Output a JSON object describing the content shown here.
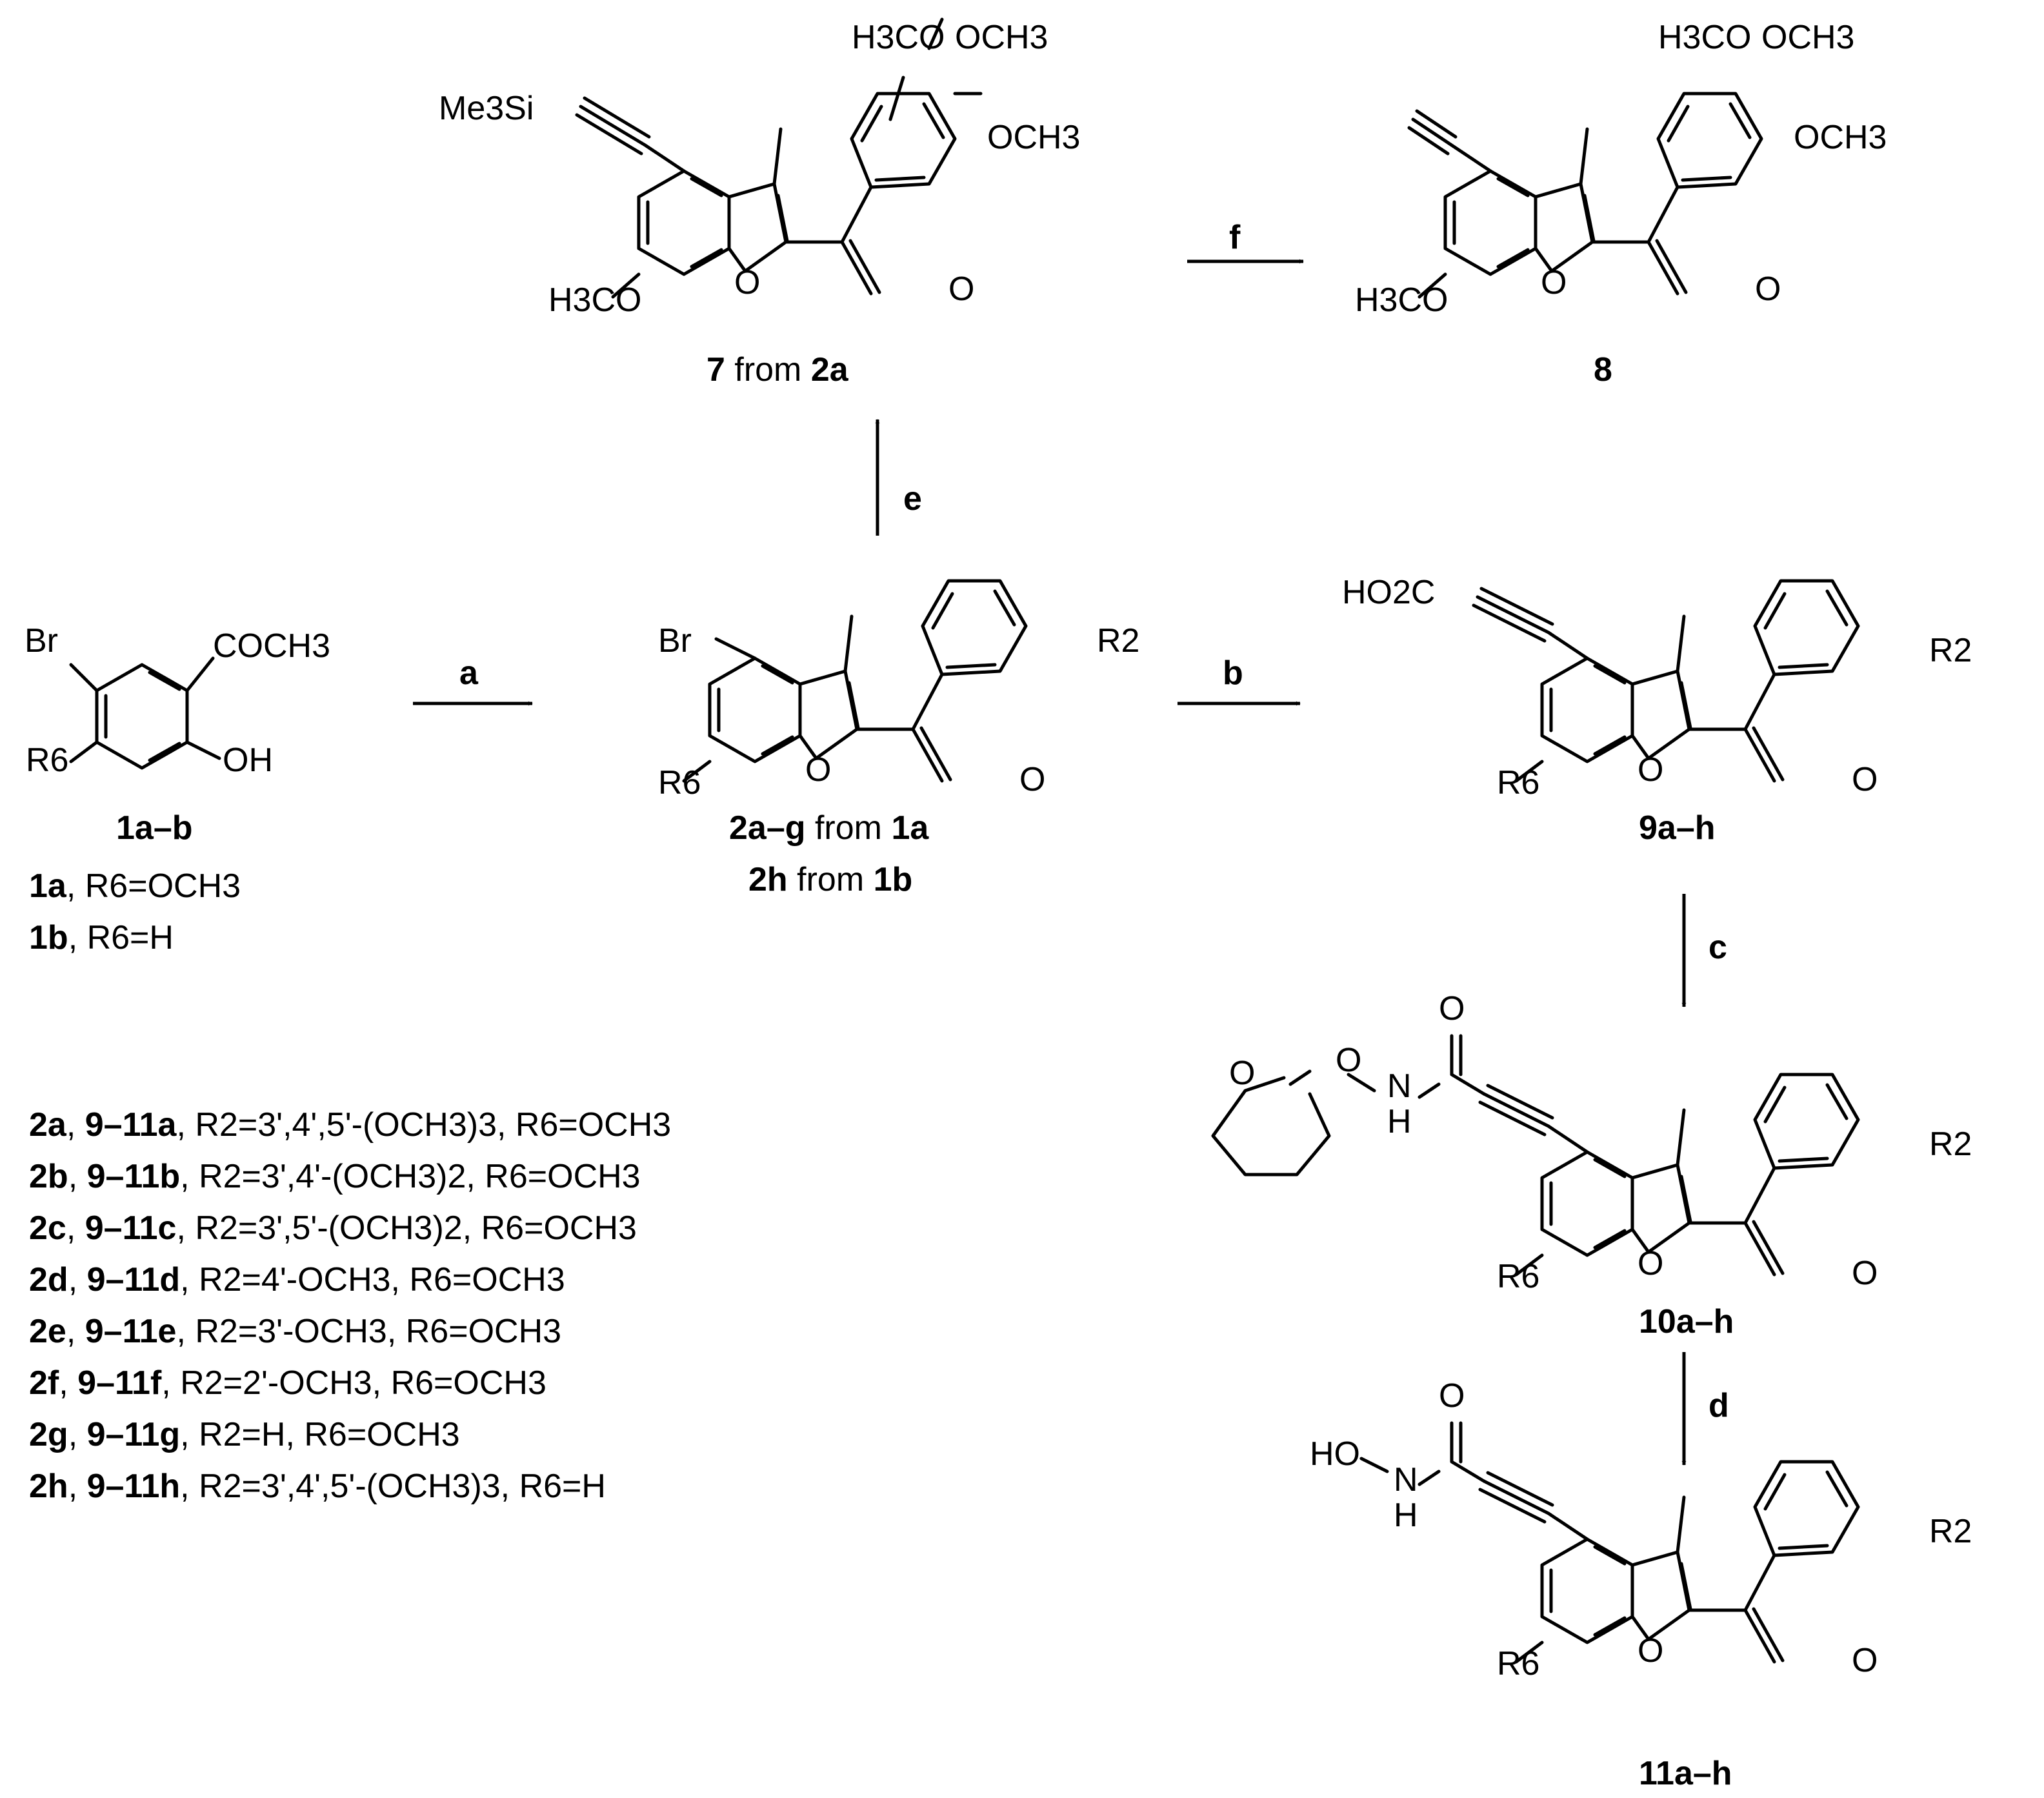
{
  "atoms": {
    "h3co": "H3CO",
    "och3": "OCH3",
    "o": "O",
    "me3si": "Me3Si",
    "br": "Br",
    "acetyl": "COCH3",
    "oh": "OH",
    "r6": "R6",
    "r2": "R2",
    "ho2c": "HO2C",
    "n": "N",
    "h": "H",
    "ho": "HO"
  },
  "compounds": {
    "c7": {
      "num": "7",
      "from": " from ",
      "src": "2a"
    },
    "c8": {
      "num": "8"
    },
    "c1": {
      "num": "1a–b"
    },
    "c1a": {
      "num": "1a",
      "text": ", R6=OCH3"
    },
    "c1b": {
      "num": "1b",
      "text": ", R6=H"
    },
    "c2ag": {
      "num": "2a–g",
      "from": " from ",
      "src": "1a"
    },
    "c2h": {
      "num": "2h",
      "from": " from ",
      "src": "1b"
    },
    "c9": {
      "num": "9a–h"
    },
    "c10": {
      "num": "10a–h"
    },
    "c11": {
      "num": "11a–h"
    }
  },
  "steps": {
    "a": "a",
    "b": "b",
    "c": "c",
    "d": "d",
    "e": "e",
    "f": "f"
  },
  "substituents": [
    {
      "c2": "2a",
      "c911": "9–11a",
      "text": ", R2=3',4',5'-(OCH3)3, R6=OCH3"
    },
    {
      "c2": "2b",
      "c911": "9–11b",
      "text": ", R2=3',4'-(OCH3)2, R6=OCH3"
    },
    {
      "c2": "2c",
      "c911": "9–11c",
      "text": ", R2=3',5'-(OCH3)2, R6=OCH3"
    },
    {
      "c2": "2d",
      "c911": "9–11d",
      "text": ", R2=4'-OCH3, R6=OCH3"
    },
    {
      "c2": "2e",
      "c911": "9–11e",
      "text": ", R2=3'-OCH3, R6=OCH3"
    },
    {
      "c2": "2f",
      "c911": "9–11f",
      "text": ", R2=2'-OCH3, R6=OCH3"
    },
    {
      "c2": "2g",
      "c911": "9–11g",
      "text": ", R2=H, R6=OCH3"
    },
    {
      "c2": "2h",
      "c911": "9–11h",
      "text": ", R2=3',4',5'-(OCH3)3, R6=H"
    }
  ]
}
